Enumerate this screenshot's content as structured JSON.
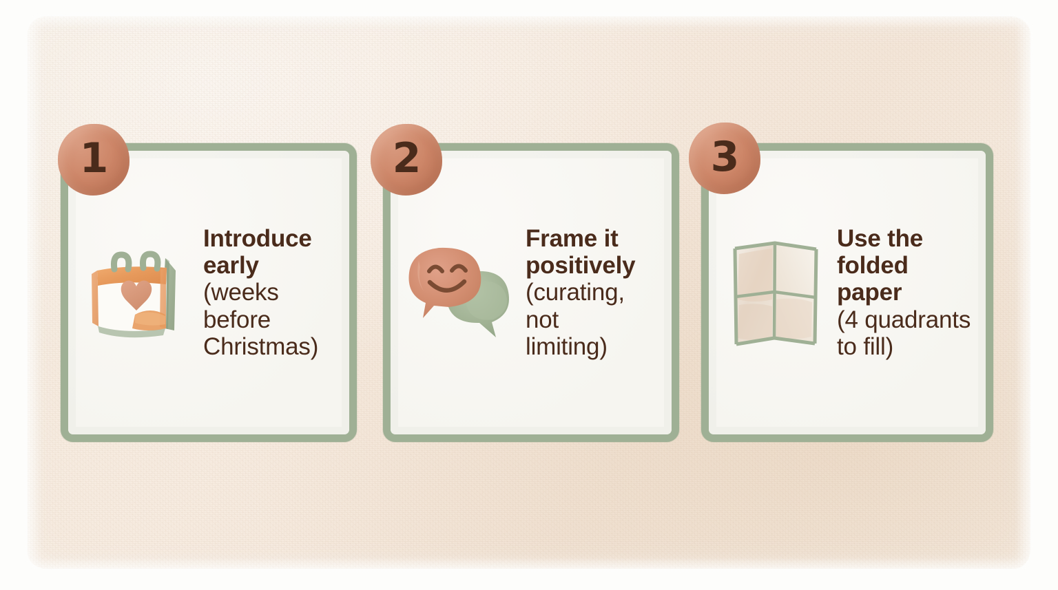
{
  "theme": {
    "page_background": "#fdfdfb",
    "panel_background": "#f5e9dc",
    "card_border": "#9fb095",
    "card_fill": "#f8f7f3",
    "badge_fill": "#cd8668",
    "text_color": "#4a2b1b"
  },
  "steps": [
    {
      "number": "1",
      "icon": "calendar-heart-icon",
      "title_line1": "Introduce",
      "title_line2": "early",
      "detail_line1": "(weeks",
      "detail_line2": "before",
      "detail_line3": "Christmas)"
    },
    {
      "number": "2",
      "icon": "speech-bubbles-smile-icon",
      "title_line1": "Frame it",
      "title_line2": "positively",
      "detail_line1": "(curating,",
      "detail_line2": "not",
      "detail_line3": "limiting)"
    },
    {
      "number": "3",
      "icon": "folded-paper-quadrants-icon",
      "title_line1": "Use the",
      "title_line2": "folded",
      "title_line3": "paper",
      "detail_line1": "(4 quadrants",
      "detail_line2": "to fill)"
    }
  ]
}
